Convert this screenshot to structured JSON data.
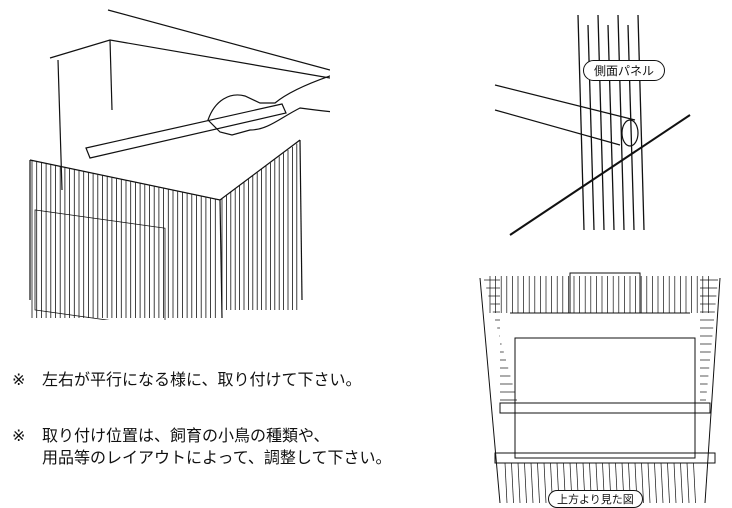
{
  "labels": {
    "side_panel": "側面パネル",
    "top_view": "上方より見た図"
  },
  "notes": [
    {
      "mark": "※",
      "lines": [
        "左右が平行になる様に、取り付けて下さい。"
      ]
    },
    {
      "mark": "※",
      "lines": [
        "取り付け位置は、飼育の小鳥の種類や、",
        "用品等のレイアウトによって、調整して下さい。"
      ]
    }
  ],
  "colors": {
    "line": "#111111",
    "background": "#ffffff"
  },
  "icons": [
    "hand-icon",
    "perch-icon",
    "cage-icon"
  ]
}
